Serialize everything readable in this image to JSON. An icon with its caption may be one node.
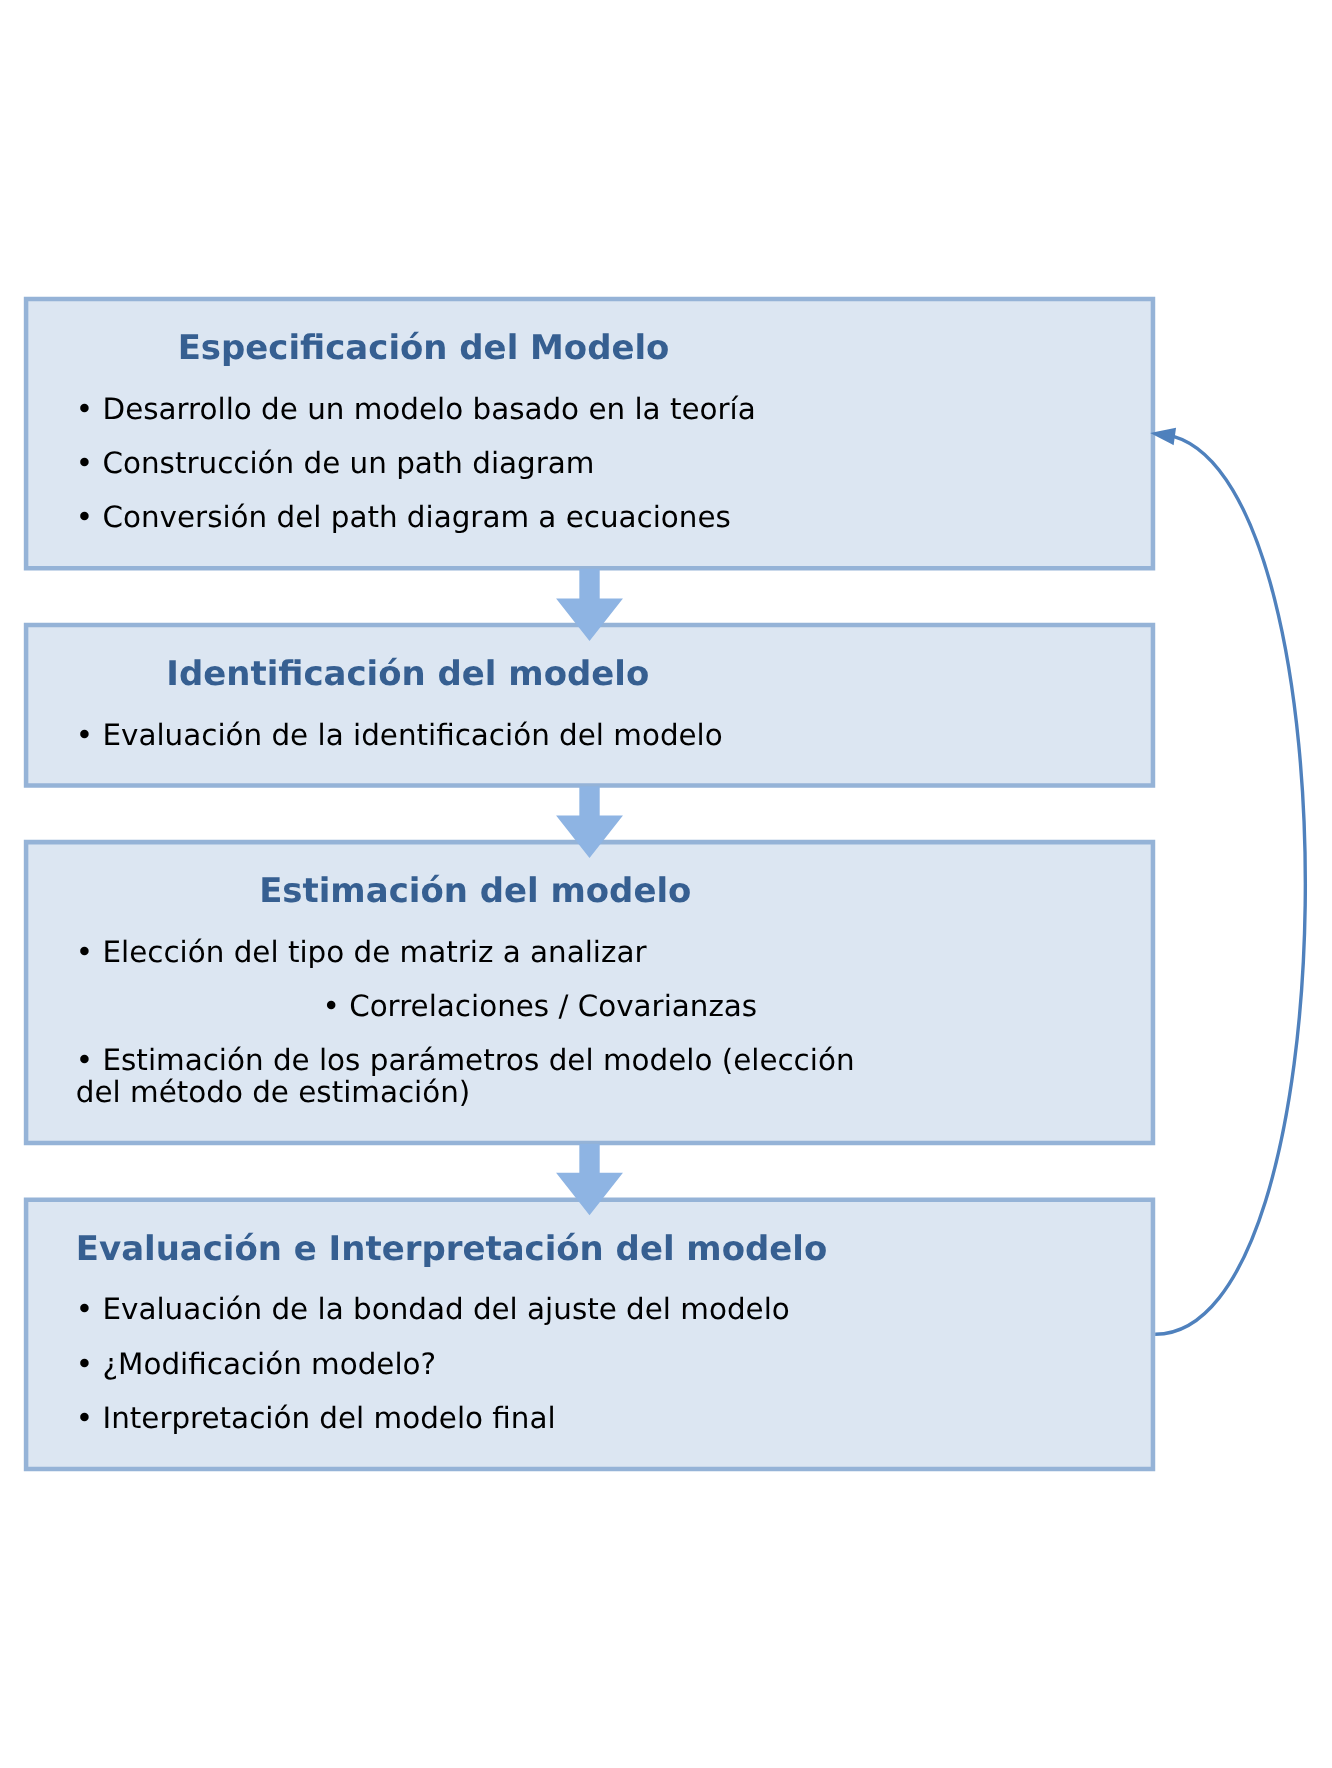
{
  "diagram": {
    "nodes": [
      {
        "text": [
          "Especificación del Modelo",
          "• Desarrollo de un modelo basado en la teoría",
          "• Construcción de un path diagram",
          "• Conversión del path diagram a ecuaciones"
        ]
      },
      {
        "text": [
          "Identificación del modelo",
          "• Evaluación de la identificación del modelo"
        ]
      },
      {
        "text": [
          "Estimación del modelo",
          "• Elección del tipo de matriz a analizar",
          "• Correlaciones / Covarianzas",
          "• Estimación de los parámetros del modelo (elección del método de estimación)"
        ]
      },
      {
        "text": [
          "Evaluación e Interpretación del modelo",
          "• Evaluación de la bondad del ajuste del modelo",
          "• ¿Modificación modelo?",
          "• Interpretación del modelo final"
        ]
      }
    ],
    "edges": [
      {
        "from": 0,
        "to": 1,
        "arrow": "to"
      },
      {
        "from": 1,
        "to": 2,
        "arrow": "to"
      },
      {
        "from": 2,
        "to": 3,
        "arrow": "to"
      },
      {
        "from": 3,
        "to": 0,
        "arrow": "to",
        "color": "#4f81bd"
      }
    ]
  }
}
